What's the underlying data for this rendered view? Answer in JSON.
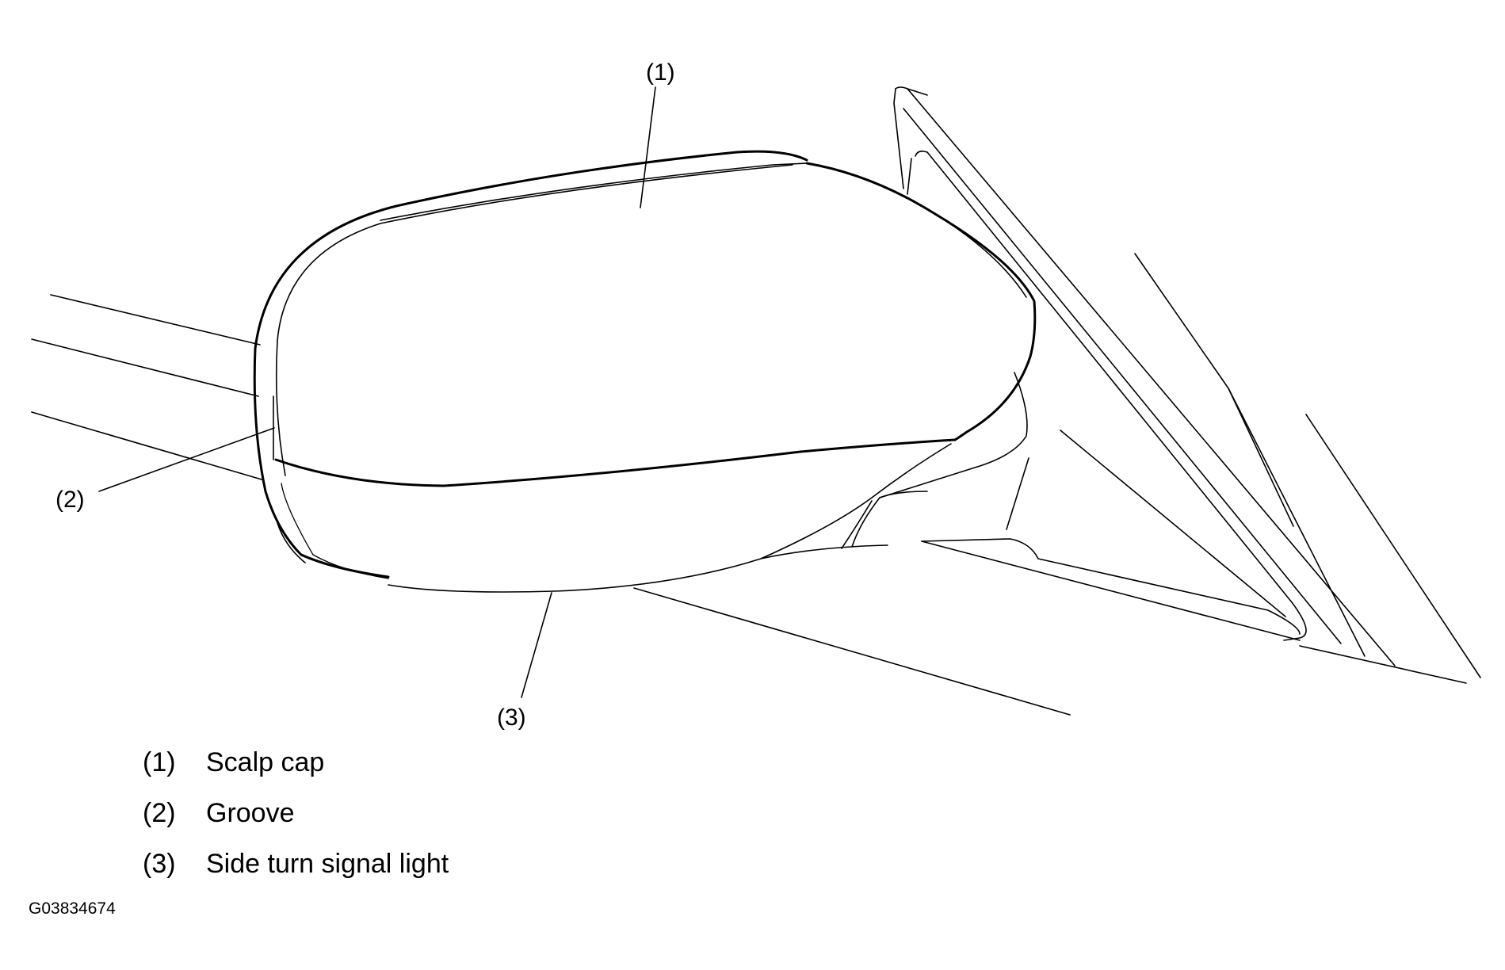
{
  "callouts": [
    {
      "label": "(1)"
    },
    {
      "label": "(2)"
    },
    {
      "label": "(3)"
    }
  ],
  "legend": [
    {
      "number": "(1)",
      "text": "Scalp cap"
    },
    {
      "number": "(2)",
      "text": "Groove"
    },
    {
      "number": "(3)",
      "text": "Side turn signal light"
    }
  ],
  "figure_id": "G03834674"
}
